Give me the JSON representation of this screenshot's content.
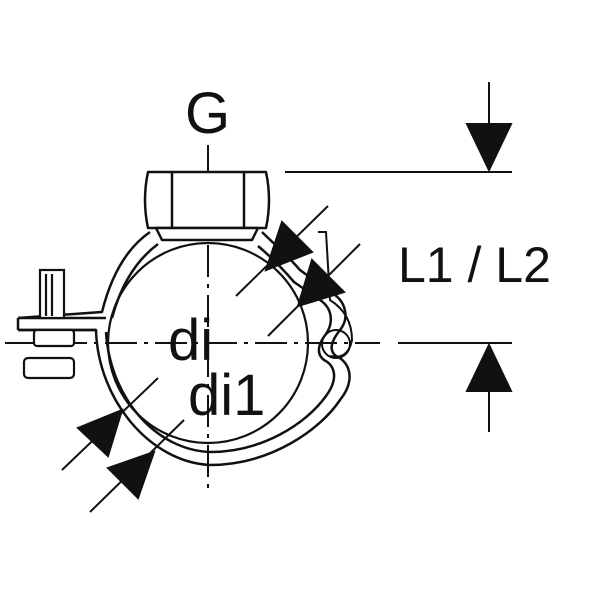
{
  "drawing": {
    "labels": {
      "thread": "G",
      "inner_diameter": "di",
      "inner_diameter_1": "di1",
      "length": "L1 / L2"
    },
    "colors": {
      "line": "#111111",
      "background": "#ffffff"
    }
  }
}
